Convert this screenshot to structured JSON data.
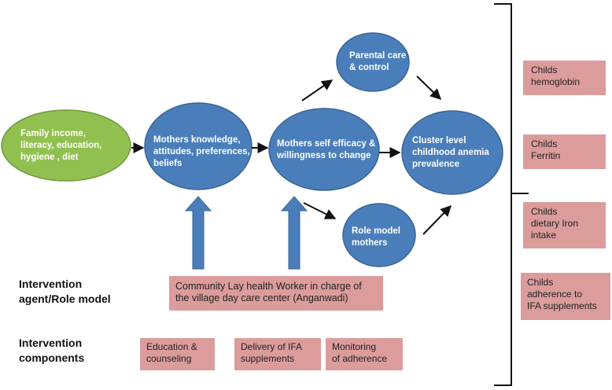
{
  "nodes": {
    "family": [
      "Family income,",
      "literacy, education,",
      "hygiene , diet"
    ],
    "knowledge": [
      "Mothers knowledge,",
      "attitudes, preferences,",
      "beliefs"
    ],
    "efficacy": [
      "Mothers self efficacy &",
      "willingness to change"
    ],
    "parental": [
      "Parental care",
      "& control"
    ],
    "rolemodel": [
      "Role model",
      "mothers"
    ],
    "cluster": [
      "Cluster level",
      "childhood  anemia",
      "prevalence"
    ]
  },
  "labels": {
    "agent": [
      "Intervention",
      "agent/Role model"
    ],
    "components": [
      "Intervention",
      "components"
    ]
  },
  "agent_box": [
    "Community Lay health Worker in charge of",
    "the village day care center (Anganwadi)"
  ],
  "component_boxes": {
    "education": [
      "Education &",
      "counseling"
    ],
    "delivery": [
      "Delivery of IFA",
      "supplements"
    ],
    "monitoring": [
      "Monitoring",
      "of adherence"
    ]
  },
  "outcome_boxes": {
    "hemoglobin": [
      "Childs",
      "hemoglobin"
    ],
    "ferritin": [
      "Childs",
      "Ferritin"
    ],
    "iron": [
      "Childs",
      "dietary Iron",
      "intake"
    ],
    "adherence": [
      "Childs",
      "adherence to",
      "IFA supplements"
    ]
  },
  "colors": {
    "green_node": "#92c050",
    "blue_node": "#4a7ebb",
    "node_stroke": "#3a6496",
    "pink_box": "#dc9c9c",
    "arrow": "#111111",
    "up_arrow": "#4a7ebb"
  }
}
